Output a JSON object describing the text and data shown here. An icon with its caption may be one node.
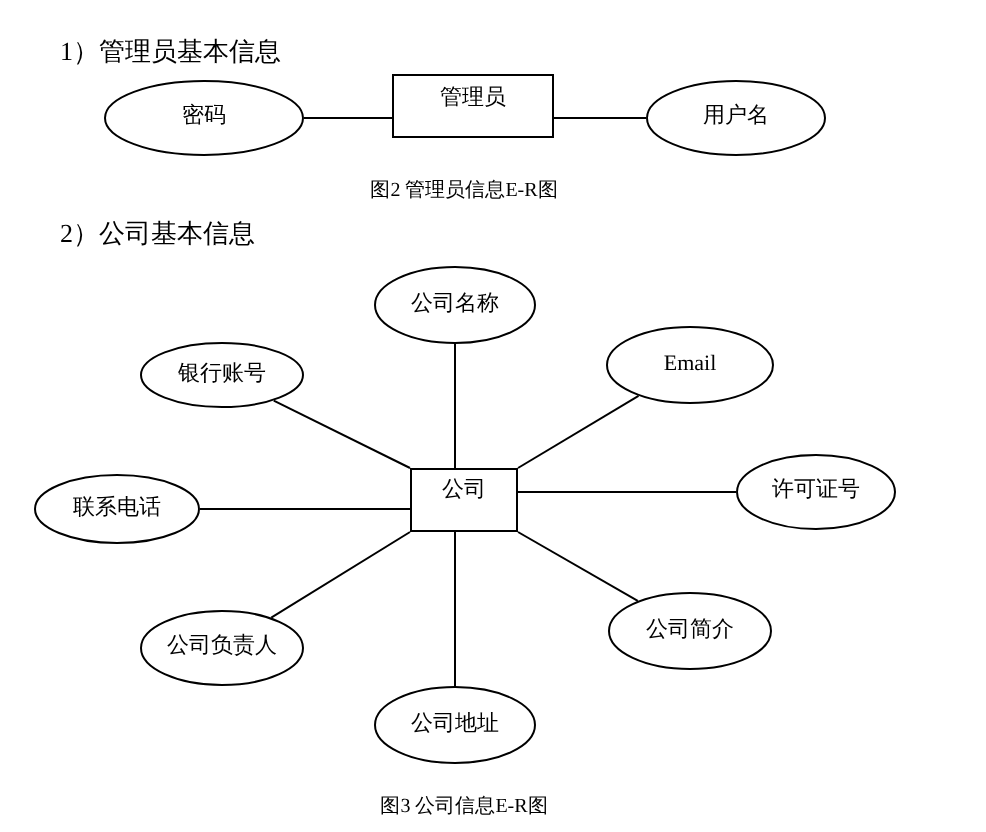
{
  "diagram": {
    "nodes": [
      {
        "text": [
          "密码"
        ]
      },
      {
        "text": [
          "管理员"
        ]
      },
      {
        "text": [
          "用户名"
        ]
      },
      {
        "text": [
          "公司名称"
        ]
      },
      {
        "text": [
          "银行账号"
        ]
      },
      {
        "text": [
          "Email"
        ]
      },
      {
        "text": [
          "公司"
        ]
      },
      {
        "text": [
          "联系电话"
        ]
      },
      {
        "text": [
          "许可证号"
        ]
      },
      {
        "text": [
          "公司负责人"
        ]
      },
      {
        "text": [
          "公司简介"
        ]
      },
      {
        "text": [
          "公司地址"
        ]
      }
    ],
    "edges": [
      {
        "from": 1,
        "to": 0,
        "arrow": "none"
      },
      {
        "from": 1,
        "to": 2,
        "arrow": "none"
      },
      {
        "from": 6,
        "to": 3,
        "arrow": "none"
      },
      {
        "from": 6,
        "to": 4,
        "arrow": "none"
      },
      {
        "from": 6,
        "to": 5,
        "arrow": "none"
      },
      {
        "from": 6,
        "to": 7,
        "arrow": "none"
      },
      {
        "from": 6,
        "to": 8,
        "arrow": "none"
      },
      {
        "from": 6,
        "to": 9,
        "arrow": "none"
      },
      {
        "from": 6,
        "to": 10,
        "arrow": "none"
      },
      {
        "from": 6,
        "to": 11,
        "arrow": "none"
      }
    ],
    "labels": [
      "1）管理员基本信息",
      "图2 管理员信息E-R图",
      "2）公司基本信息",
      "图3 公司信息E-R图"
    ]
  }
}
